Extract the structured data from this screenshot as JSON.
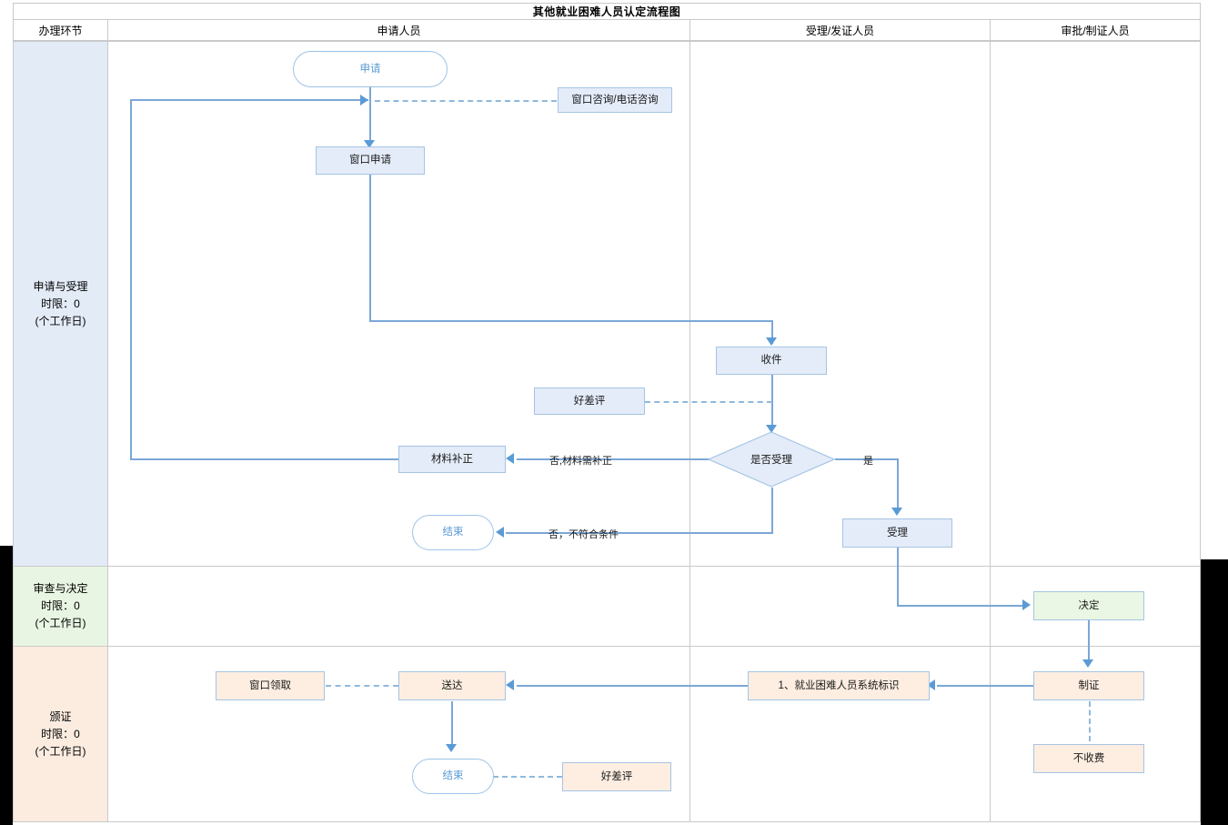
{
  "document": {
    "title": "其他就业困难人员认定流程图"
  },
  "table": {
    "headers": [
      "办理环节",
      "申请人员",
      "受理/发证人员",
      "审批/制证人员"
    ]
  },
  "stages": [
    {
      "name": "申请与受理",
      "limit": "时限：0",
      "unit": "(个工作日)",
      "color": "#e3ebf7"
    },
    {
      "name": "审查与决定",
      "limit": "时限：0",
      "unit": "(个工作日)",
      "color": "#e8f5e2"
    },
    {
      "name": "颁证",
      "limit": "时限：0",
      "unit": "(个工作日)",
      "color": "#fcece0"
    }
  ],
  "nodes": {
    "apply": "申请",
    "consult": "窗口咨询/电话咨询",
    "window_apply": "窗口申请",
    "receive": "收件",
    "review_rating_1": "好差评",
    "decision_accept": "是否受理",
    "material_fix": "材料补正",
    "end_1": "结束",
    "accept": "受理",
    "decide": "决定",
    "make_cert": "制证",
    "no_fee": "不收费",
    "system_mark": "1、就业困难人员系统标识",
    "deliver": "送达",
    "window_pickup": "窗口领取",
    "end_2": "结束",
    "review_rating_2": "好差评"
  },
  "edge_labels": {
    "no_need_fix": "否,材料需补正",
    "yes": "是",
    "no_not_qualified": "否，不符合条件"
  },
  "colors": {
    "blue_fill": "#e4ecf9",
    "green_fill": "#e9f7e4",
    "peach_fill": "#fdeee1",
    "node_border": "#a6c4e4",
    "line": "#7ba7d7",
    "terminator_text": "#5b9bd5",
    "grid": "#c9c9c9"
  }
}
